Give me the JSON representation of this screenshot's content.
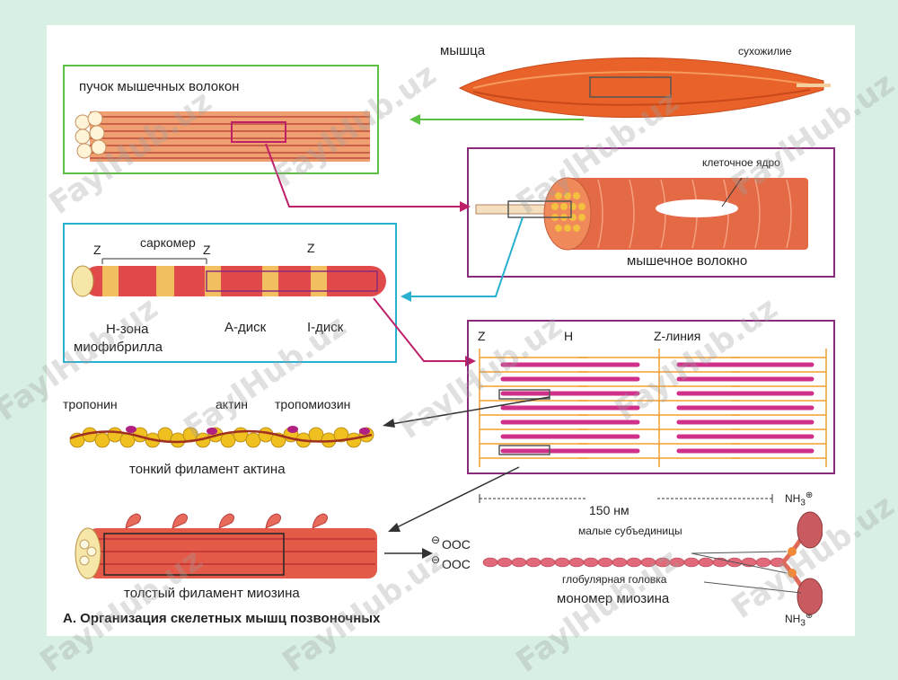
{
  "labels": {
    "muscle": "мышца",
    "tendon": "сухожилие",
    "bundle": "пучок мышечных волокон",
    "nucleus": "клеточное ядро",
    "fiber": "мышечное волокно",
    "sarcomere": "саркомер",
    "z1": "Z",
    "z2": "Z",
    "z3": "Z",
    "h_zone": "Н-зона",
    "a_disk": "А-диск",
    "i_disk": "I-диск",
    "myofibril": "миофибрилла",
    "z_left": "Z",
    "h_label": "Н",
    "z_line": "Z-линия",
    "troponin": "тропонин",
    "actin": "актин",
    "tropomyosin": "тропомиозин",
    "thin_filament": "тонкий филамент актина",
    "thick_filament": "толстый филамент миозина",
    "scale": "150 нм",
    "small_subunits": "малые субъединицы",
    "globular_head": "глобулярная головка",
    "monomer": "мономер миозина",
    "nh3_top": "NH",
    "nh3_bottom": "NH",
    "coo_top": "OOC",
    "coo_bottom": "OOC",
    "caption": "А. Организация скелетных мышц позвоночных"
  },
  "watermark": "FaylHub.uz",
  "colors": {
    "background": "#d8f0e4",
    "green_frame": "#5cc043",
    "purple_frame": "#8a2a7a",
    "cyan_frame": "#2ab0d0",
    "muscle_orange": "#e8622a",
    "fiber_red": "#d94a3a",
    "myosin_magenta": "#d0308a",
    "actin_yellow": "#f0c020",
    "z_orange": "#f0a030"
  }
}
